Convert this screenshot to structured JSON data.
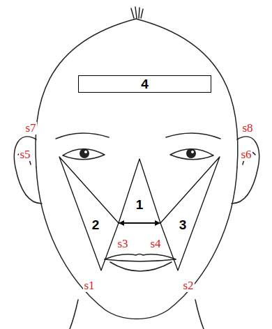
{
  "diagram": {
    "nodes": [
      {
        "text": [
          "4"
        ]
      },
      {
        "text": [
          "1"
        ]
      },
      {
        "text": [
          "2"
        ]
      },
      {
        "text": [
          "3"
        ]
      }
    ],
    "labels": [
      "s7",
      "s8",
      "s5",
      "s6",
      "s3",
      "s4",
      "s1",
      "s2"
    ]
  }
}
